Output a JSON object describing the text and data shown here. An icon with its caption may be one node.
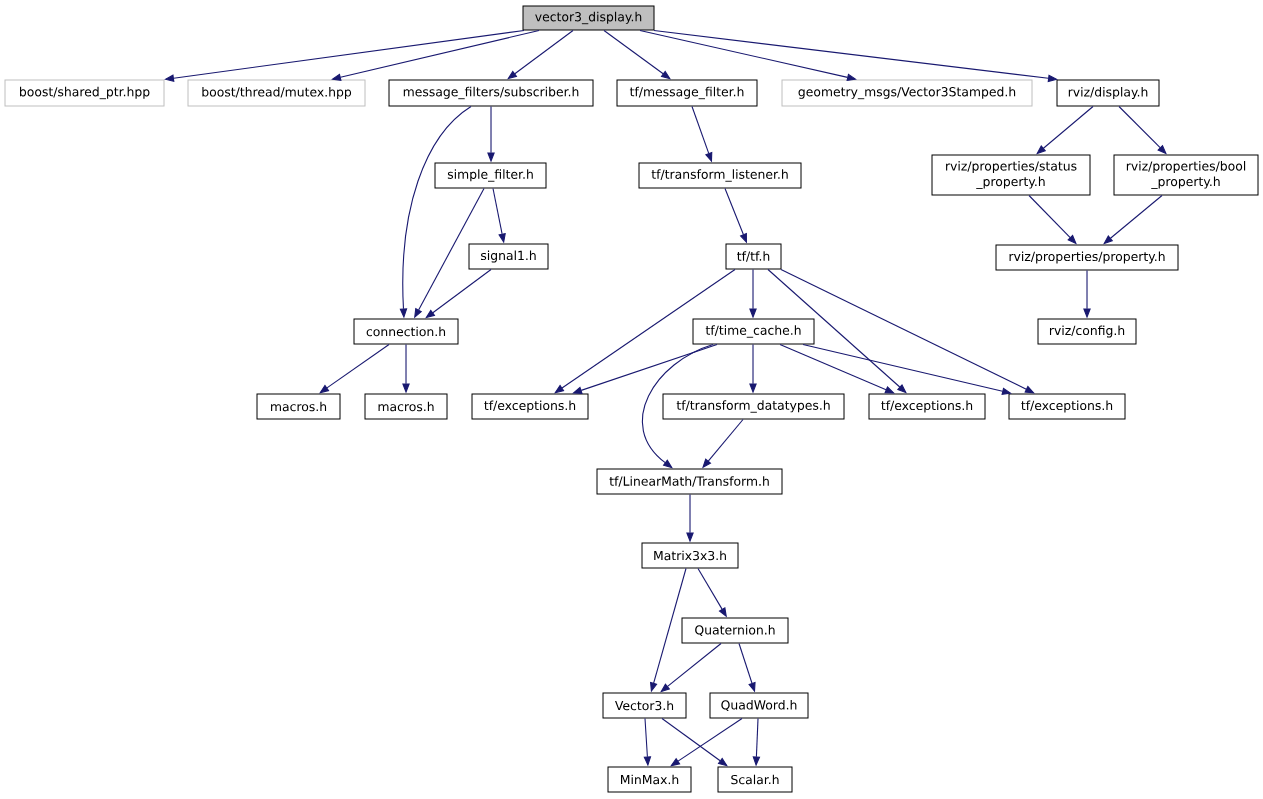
{
  "diagram": {
    "nodes": [
      {
        "text": [
          "vector3_display.h"
        ]
      },
      {
        "text": [
          "boost/shared_ptr.hpp"
        ]
      },
      {
        "text": [
          "boost/thread/mutex.hpp"
        ]
      },
      {
        "text": [
          "message_filters/subscriber.h"
        ]
      },
      {
        "text": [
          "tf/message_filter.h"
        ]
      },
      {
        "text": [
          "geometry_msgs/Vector3Stamped.h"
        ]
      },
      {
        "text": [
          "rviz/display.h"
        ]
      },
      {
        "text": [
          "simple_filter.h"
        ]
      },
      {
        "text": [
          "tf/transform_listener.h"
        ]
      },
      {
        "text": [
          "rviz/properties/status _property.h"
        ]
      },
      {
        "text": [
          "rviz/properties/bool _property.h"
        ]
      },
      {
        "text": [
          "signal1.h"
        ]
      },
      {
        "text": [
          "tf/tf.h"
        ]
      },
      {
        "text": [
          "rviz/properties/property.h"
        ]
      },
      {
        "text": [
          "connection.h"
        ]
      },
      {
        "text": [
          "tf/time_cache.h"
        ]
      },
      {
        "text": [
          "rviz/config.h"
        ]
      },
      {
        "text": [
          "macros.h"
        ]
      },
      {
        "text": [
          "macros.h"
        ]
      },
      {
        "text": [
          "tf/exceptions.h"
        ]
      },
      {
        "text": [
          "tf/transform_datatypes.h"
        ]
      },
      {
        "text": [
          "tf/exceptions.h"
        ]
      },
      {
        "text": [
          "tf/exceptions.h"
        ]
      },
      {
        "text": [
          "tf/LinearMath/Transform.h"
        ]
      },
      {
        "text": [
          "Matrix3x3.h"
        ]
      },
      {
        "text": [
          "Quaternion.h"
        ]
      },
      {
        "text": [
          "Vector3.h"
        ]
      },
      {
        "text": [
          "QuadWord.h"
        ]
      },
      {
        "text": [
          "MinMax.h"
        ]
      },
      {
        "text": [
          "Scalar.h"
        ]
      }
    ],
    "edges": [
      {
        "from": 0,
        "to": 1,
        "arrow": "to"
      },
      {
        "from": 0,
        "to": 2,
        "arrow": "to"
      },
      {
        "from": 0,
        "to": 3,
        "arrow": "to"
      },
      {
        "from": 0,
        "to": 4,
        "arrow": "to"
      },
      {
        "from": 0,
        "to": 5,
        "arrow": "to"
      },
      {
        "from": 0,
        "to": 6,
        "arrow": "to"
      },
      {
        "from": 3,
        "to": 7,
        "arrow": "to"
      },
      {
        "from": 3,
        "to": 14,
        "arrow": "to"
      },
      {
        "from": 4,
        "to": 8,
        "arrow": "to"
      },
      {
        "from": 6,
        "to": 9,
        "arrow": "to"
      },
      {
        "from": 6,
        "to": 10,
        "arrow": "to"
      },
      {
        "from": 7,
        "to": 14,
        "arrow": "to"
      },
      {
        "from": 7,
        "to": 11,
        "arrow": "to"
      },
      {
        "from": 11,
        "to": 14,
        "arrow": "to"
      },
      {
        "from": 8,
        "to": 12,
        "arrow": "to"
      },
      {
        "from": 9,
        "to": 13,
        "arrow": "to"
      },
      {
        "from": 10,
        "to": 13,
        "arrow": "to"
      },
      {
        "from": 13,
        "to": 16,
        "arrow": "to"
      },
      {
        "from": 14,
        "to": 17,
        "arrow": "to"
      },
      {
        "from": 14,
        "to": 18,
        "arrow": "to"
      },
      {
        "from": 12,
        "to": 19,
        "arrow": "to"
      },
      {
        "from": 12,
        "to": 15,
        "arrow": "to"
      },
      {
        "from": 12,
        "to": 21,
        "arrow": "to"
      },
      {
        "from": 12,
        "to": 22,
        "arrow": "to"
      },
      {
        "from": 15,
        "to": 19,
        "arrow": "to"
      },
      {
        "from": 15,
        "to": 23,
        "arrow": "to"
      },
      {
        "from": 15,
        "to": 20,
        "arrow": "to"
      },
      {
        "from": 15,
        "to": 21,
        "arrow": "to"
      },
      {
        "from": 15,
        "to": 22,
        "arrow": "to"
      },
      {
        "from": 20,
        "to": 23,
        "arrow": "to"
      },
      {
        "from": 23,
        "to": 24,
        "arrow": "to"
      },
      {
        "from": 24,
        "to": 26,
        "arrow": "to"
      },
      {
        "from": 24,
        "to": 25,
        "arrow": "to"
      },
      {
        "from": 25,
        "to": 26,
        "arrow": "to"
      },
      {
        "from": 25,
        "to": 27,
        "arrow": "to"
      },
      {
        "from": 26,
        "to": 28,
        "arrow": "to"
      },
      {
        "from": 26,
        "to": 29,
        "arrow": "to"
      },
      {
        "from": 27,
        "to": 28,
        "arrow": "to"
      },
      {
        "from": 27,
        "to": 29,
        "arrow": "to"
      }
    ]
  }
}
